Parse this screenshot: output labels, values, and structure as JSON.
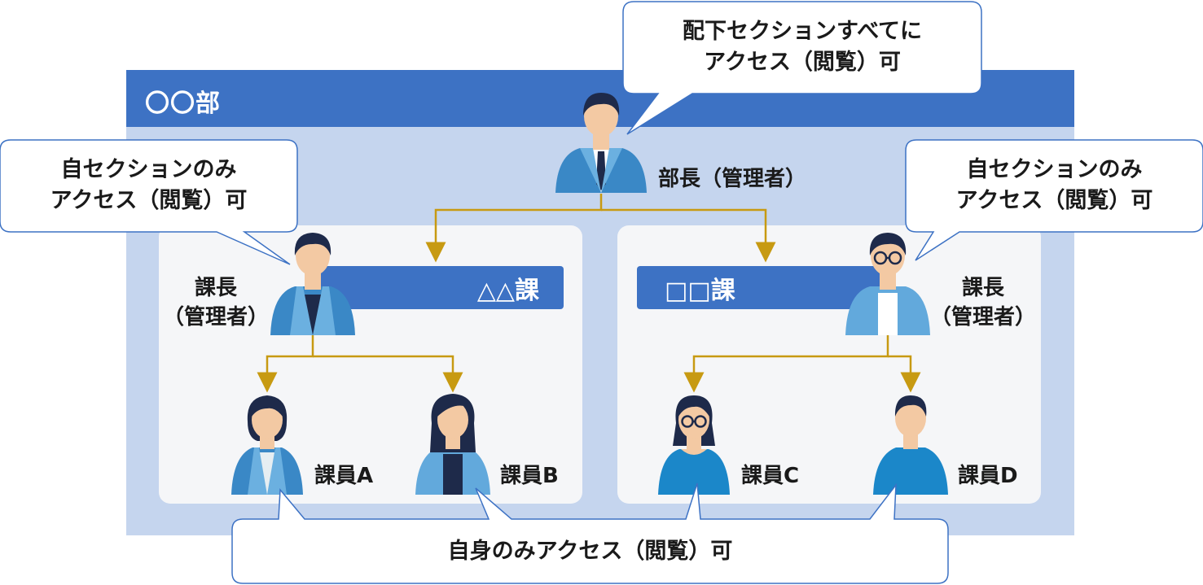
{
  "department": {
    "title": "〇〇部"
  },
  "sections": {
    "left": {
      "title": "△△課"
    },
    "right": {
      "title": "□□課"
    }
  },
  "roles": {
    "director": "部長（管理者）",
    "manager_left": {
      "line1": "課長",
      "line2": "（管理者）"
    },
    "manager_right": {
      "line1": "課長",
      "line2": "（管理者）"
    },
    "staff": [
      "課員A",
      "課員B",
      "課員C",
      "課員D"
    ]
  },
  "callouts": {
    "director": {
      "line1": "配下セクションすべてに",
      "line2": "アクセス（閲覧）可"
    },
    "manager_left": {
      "line1": "自セクションのみ",
      "line2": "アクセス（閲覧）可"
    },
    "manager_right": {
      "line1": "自セクションのみ",
      "line2": "アクセス（閲覧）可"
    },
    "staff": "自身のみアクセス（閲覧）可"
  },
  "colors": {
    "department_header": "#3d72c4",
    "department_body": "#c5d5ee",
    "section_body": "#f5f6f8",
    "connector": "#c79a12",
    "callout_border": "#3d72c4"
  }
}
